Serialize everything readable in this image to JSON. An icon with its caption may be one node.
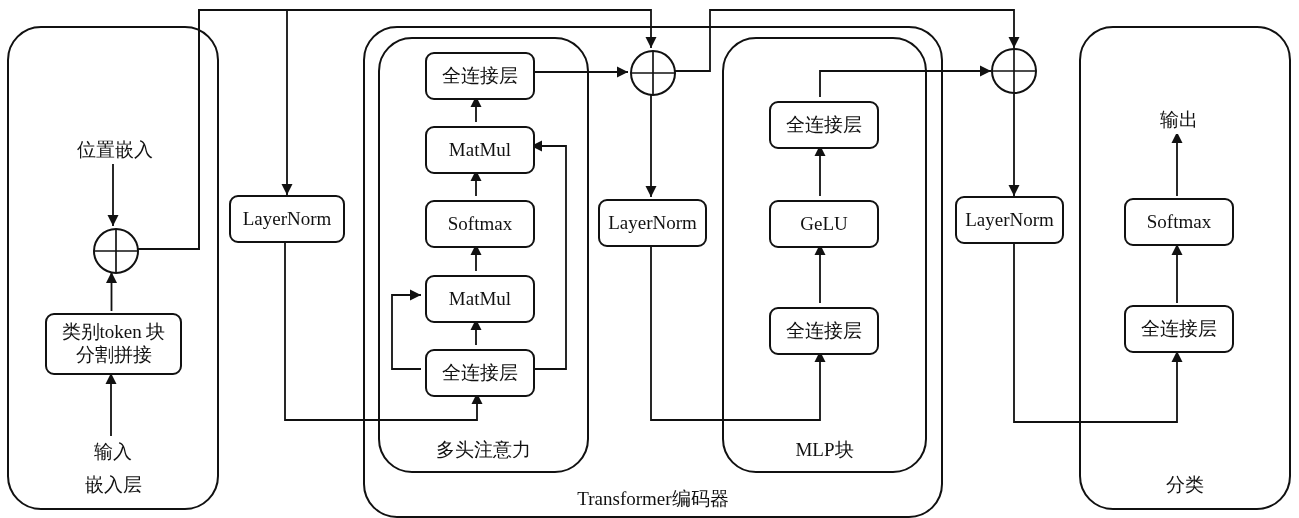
{
  "diagram": {
    "nodes": [
      {
        "text": [
          "嵌入层"
        ]
      },
      {
        "text": [
          "位置嵌入"
        ],
        "in": 0
      },
      {
        "text": [],
        "shape": "circle",
        "in": 0
      },
      {
        "text": [
          "类别token 块分割拼接"
        ],
        "in": 0
      },
      {
        "text": [
          "输入"
        ],
        "in": 0
      },
      {
        "text": [
          "LayerNorm"
        ]
      },
      {
        "text": [
          "Transformer编码器"
        ]
      },
      {
        "text": [
          "多头注意力"
        ],
        "in": 6
      },
      {
        "text": [
          "全连接层"
        ],
        "in": 7
      },
      {
        "text": [
          "MatMul"
        ],
        "in": 7
      },
      {
        "text": [
          "Softmax"
        ],
        "in": 7
      },
      {
        "text": [
          "MatMul"
        ],
        "in": 7
      },
      {
        "text": [
          "全连接层"
        ],
        "in": 7
      },
      {
        "text": [],
        "shape": "circle",
        "in": 6
      },
      {
        "text": [
          "LayerNorm"
        ],
        "in": 6
      },
      {
        "text": [
          "MLP块"
        ],
        "in": 6
      },
      {
        "text": [
          "全连接层"
        ],
        "in": 15
      },
      {
        "text": [
          "GeLU"
        ],
        "in": 15
      },
      {
        "text": [
          "全连接层"
        ],
        "in": 15
      },
      {
        "text": [],
        "shape": "circle"
      },
      {
        "text": [
          "LayerNorm"
        ]
      },
      {
        "text": [
          "分类"
        ]
      },
      {
        "text": [
          "输出"
        ],
        "in": 21
      },
      {
        "text": [
          "Softmax"
        ],
        "in": 21
      },
      {
        "text": [
          "全连接层"
        ],
        "in": 21
      }
    ],
    "edges": [
      {
        "from": 1,
        "to": 2,
        "arrow": "to"
      },
      {
        "from": 3,
        "to": 2,
        "arrow": "to"
      },
      {
        "from": 4,
        "to": 3,
        "arrow": "to"
      },
      {
        "from": 2,
        "to": 5,
        "arrow": "to"
      },
      {
        "from": 2,
        "to": 13,
        "arrow": "to"
      },
      {
        "from": 5,
        "to": 12,
        "arrow": "to"
      },
      {
        "from": 12,
        "to": 11,
        "arrow": "to"
      },
      {
        "from": 11,
        "to": 10,
        "arrow": "to"
      },
      {
        "from": 10,
        "to": 9,
        "arrow": "to"
      },
      {
        "from": 9,
        "to": 8,
        "arrow": "to"
      },
      {
        "from": 12,
        "to": 11,
        "arrow": "to"
      },
      {
        "from": 12,
        "to": 9,
        "arrow": "to"
      },
      {
        "from": 8,
        "to": 13,
        "arrow": "to"
      },
      {
        "from": 13,
        "to": 14,
        "arrow": "to"
      },
      {
        "from": 13,
        "to": 19,
        "arrow": "to"
      },
      {
        "from": 14,
        "to": 18,
        "arrow": "to"
      },
      {
        "from": 18,
        "to": 17,
        "arrow": "to"
      },
      {
        "from": 17,
        "to": 16,
        "arrow": "to"
      },
      {
        "from": 16,
        "to": 19,
        "arrow": "to"
      },
      {
        "from": 19,
        "to": 20,
        "arrow": "to"
      },
      {
        "from": 20,
        "to": 24,
        "arrow": "to"
      },
      {
        "from": 24,
        "to": 23,
        "arrow": "to"
      },
      {
        "from": 23,
        "to": 22,
        "arrow": "to"
      }
    ]
  }
}
